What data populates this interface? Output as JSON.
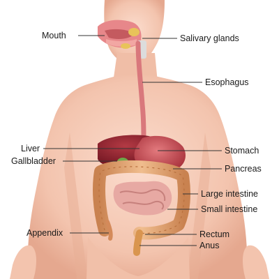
{
  "diagram": {
    "labels_left": {
      "mouth": "Mouth",
      "liver": "Liver",
      "gallbladder": "Gallbladder",
      "appendix": "Appendix"
    },
    "labels_right": {
      "salivary_glands": "Salivary glands",
      "esophagus": "Esophagus",
      "stomach": "Stomach",
      "pancreas": "Pancreas",
      "large_intestine": "Large intestine",
      "small_intestine": "Small intestine",
      "rectum": "Rectum",
      "anus": "Anus"
    },
    "colors": {
      "skin": "#f4c8b4",
      "skin_shadow": "#e8ae96",
      "liver": "#8a1f2a",
      "stomach": "#c23a44",
      "intestine": "#e0a57a",
      "small_intestine": "#e7a9a3",
      "esophagus": "#d9787c",
      "leader_line": "#333333"
    }
  }
}
